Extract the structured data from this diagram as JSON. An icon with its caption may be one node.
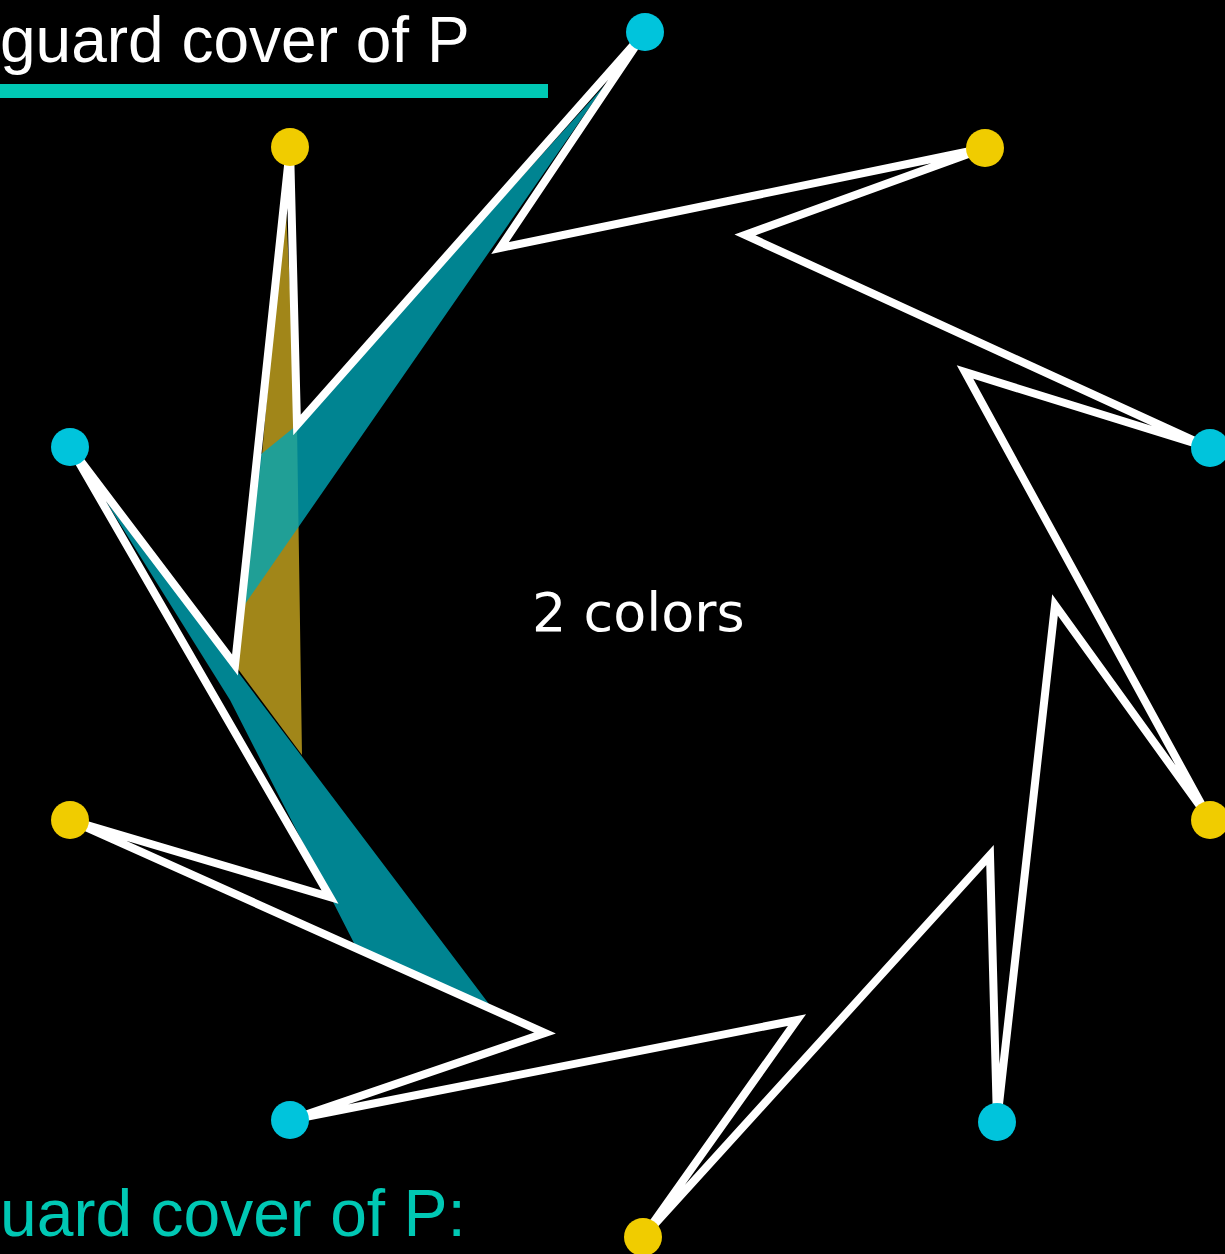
{
  "diagram": {
    "labels": [
      "guard cover of P",
      "2 colors",
      "uard cover of P:"
    ]
  }
}
